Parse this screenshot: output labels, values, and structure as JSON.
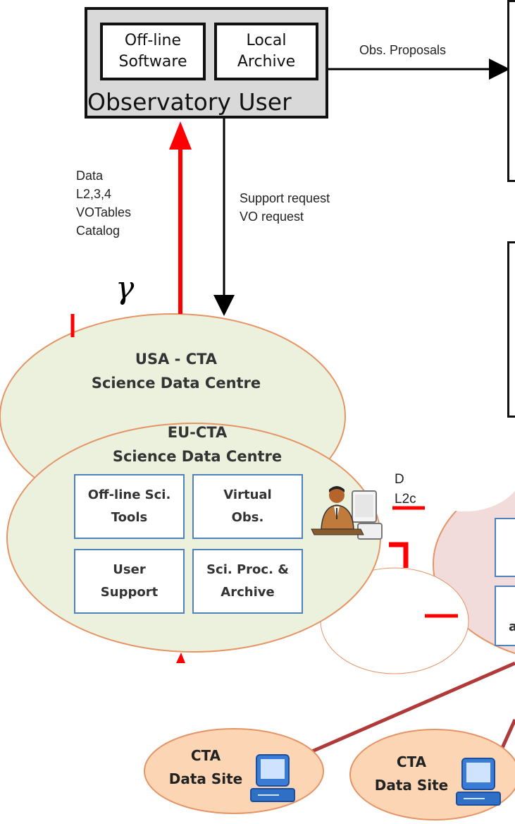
{
  "observatory_user": {
    "title": "Observatory User",
    "offline_software": "Off-line\nSoftware",
    "local_archive": "Local\nArchive"
  },
  "edges": {
    "obs_proposals": "Obs. Proposals",
    "data_products": "Data\nL2,3,4\nVOTables\nCatalog",
    "requests": "Support request\nVO request",
    "gamma": "γ",
    "partial_label": "D\nL2c"
  },
  "usa_centre": {
    "title": "USA - CTA\nScience Data Centre"
  },
  "eu_centre": {
    "title": "EU-CTA\nScience Data Centre",
    "components": [
      "Off-line Sci.\nTools",
      "Virtual\nObs.",
      "User\nSupport",
      "Sci. Proc. &\nArchive"
    ],
    "partial_right_box": "a"
  },
  "data_sites": [
    {
      "label": "CTA\nData Site"
    },
    {
      "label": "CTA\nData Site"
    }
  ],
  "colors": {
    "arrow_red": "#ff0000",
    "line_dark_red": "#b03a3a",
    "centre_fill": "#ebf1dd",
    "centre_stroke": "#e59466",
    "site_fill": "#fcd5b4",
    "box_blue": "#4f81bd",
    "pink_fill": "#f2dcdb"
  }
}
